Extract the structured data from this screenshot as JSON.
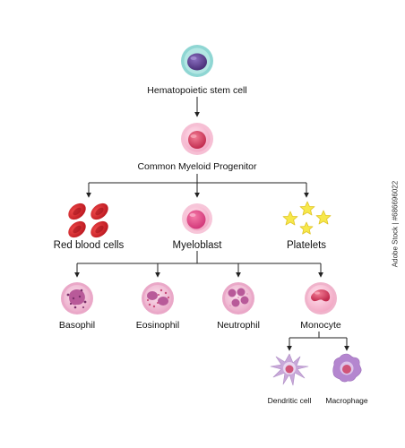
{
  "nodes": {
    "stem_cell": "Hematopoietic stem cell",
    "myeloid_progenitor": "Common Myeloid Progenitor",
    "red_blood_cells": "Red blood cells",
    "myeloblast": "Myeloblast",
    "platelets": "Platelets",
    "basophil": "Basophil",
    "eosinophil": "Eosinophil",
    "neutrophil": "Neutrophil",
    "monocyte": "Monocyte",
    "dendritic_cell": "Dendritic cell",
    "macrophage": "Macrophage"
  },
  "stock_id": "Adobe Stock | #686696022",
  "colors": {
    "stem_ring": "#8fd6d3",
    "stem_nucleus": "#5b3f8c",
    "cell_pink": "#f5b8cf",
    "nucleus_red": "#d7405f",
    "rbc_red": "#d7262c",
    "platelet_yellow": "#f7e84a",
    "granulocyte_nucleus": "#b85a99",
    "dendritic_purple": "#c9a8d9",
    "macrophage_purple": "#b486cf"
  }
}
